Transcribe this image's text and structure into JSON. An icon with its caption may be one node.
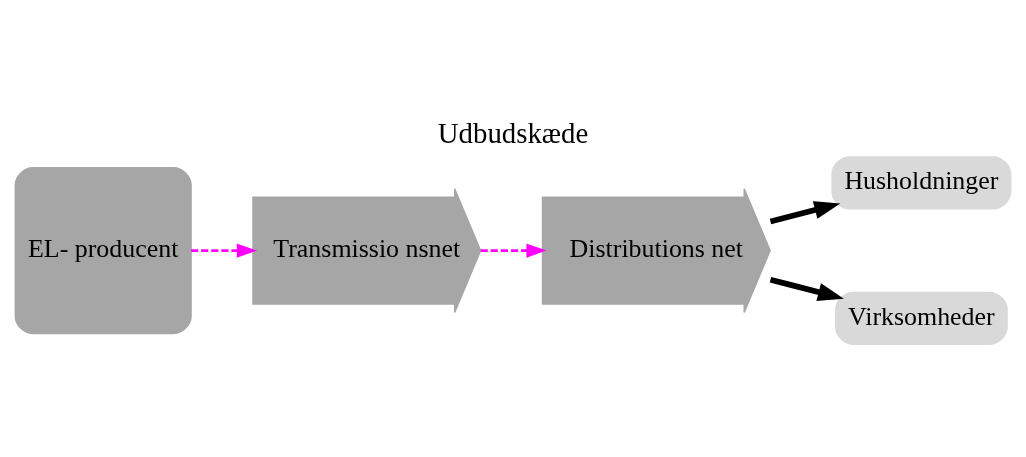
{
  "diagram": {
    "title": "Udbudskæde",
    "nodes": [
      {
        "text": [
          "EL- producent"
        ]
      },
      {
        "text": [
          "Transmissio nsnet"
        ]
      },
      {
        "text": [
          "Distributions net"
        ]
      },
      {
        "text": [
          "Husholdninger"
        ]
      },
      {
        "text": [
          "Virksomheder"
        ]
      }
    ],
    "edges": [
      {
        "from": 0,
        "to": 1,
        "arrow": "to",
        "style": "dashed",
        "color": "#ff00ff"
      },
      {
        "from": 1,
        "to": 2,
        "arrow": "to",
        "style": "dashed",
        "color": "#ff00ff"
      },
      {
        "from": 2,
        "to": 3,
        "arrow": "to",
        "style": "thick",
        "color": "#000000"
      },
      {
        "from": 2,
        "to": 4,
        "arrow": "to",
        "style": "thick",
        "color": "#000000"
      }
    ]
  }
}
